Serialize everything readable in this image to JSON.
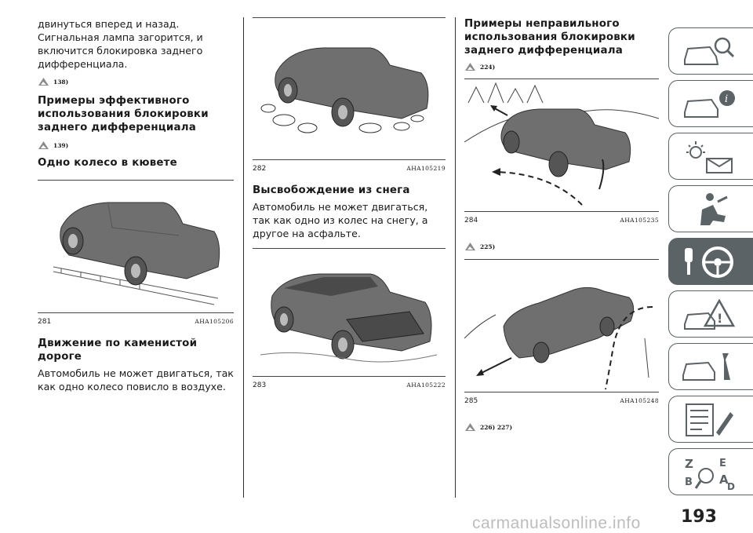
{
  "col1": {
    "intro": "двинуться вперед и назад. Сигнальная лампа загорится, и включится блокировка заднего дифференциала.",
    "warn1": "138)",
    "heading_effective": "Примеры эффективного использования блокировки заднего дифференциала",
    "warn2": "139)",
    "heading_ditch": "Одно колесо в кювете",
    "fig281_num": "281",
    "fig281_code": "AHA105206",
    "heading_rocky": "Движение по каменистой дороге",
    "rocky_text": "Автомобиль не может двигаться, так как одно колесо повисло в воздухе."
  },
  "col2": {
    "fig282_num": "282",
    "fig282_code": "AHA105219",
    "heading_snow": "Высвобождение из снега",
    "snow_text": "Автомобиль не может двигаться, так как одно из колес на снегу, а другое на асфальте.",
    "fig283_num": "283",
    "fig283_code": "AHA105222"
  },
  "col3": {
    "heading_wrong": "Примеры неправильного использования блокировки заднего дифференциала",
    "warn3": "224)",
    "fig284_num": "284",
    "fig284_code": "AHA105235",
    "warn4": "225)",
    "fig285_num": "285",
    "fig285_code": "AHA105248",
    "warn5": "226) 227)"
  },
  "page_number": "193",
  "watermark": "carmanualsonline.info",
  "tabs": [
    "car-search-icon",
    "car-info-icon",
    "warning-lights-icon",
    "airbag-seat-icon",
    "steering-key-icon",
    "car-warning-icon",
    "car-service-icon",
    "index-list-icon",
    "alphabet-index-icon"
  ],
  "colors": {
    "tab_gray": "#5c6367",
    "car_gray": "#6f6f6f",
    "text": "#1a1a1a"
  }
}
